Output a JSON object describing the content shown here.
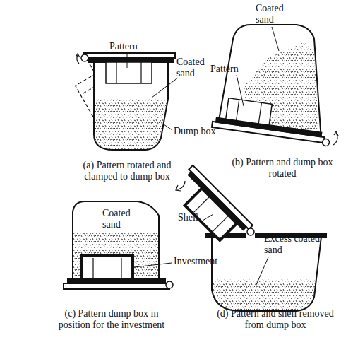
{
  "diagram": {
    "labels": [
      "Pattern",
      "Coated sand",
      "Dump box",
      "(a) Pattern rotated and clamped to dump box",
      "Coated sand",
      "Pattern",
      "(b) Pattern and dump box rotated",
      "Coated sand",
      "Investment",
      "(c) Pattern dump box in position for the investment",
      "Shell",
      "Excess coated sand",
      "(d) Pattern and shell removed from dump box"
    ]
  }
}
